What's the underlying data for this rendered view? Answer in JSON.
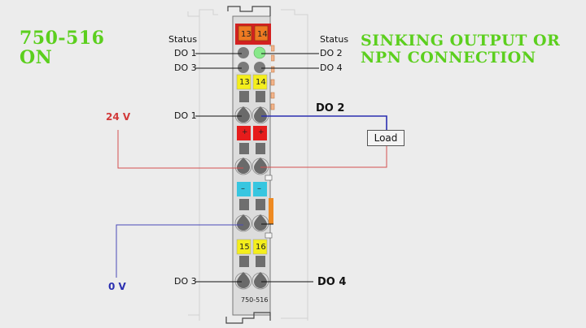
{
  "title_left": {
    "line1": "750-516",
    "line2": "ON"
  },
  "title_right": {
    "line1": "SINKING OUTPUT OR",
    "line2": "NPN CONNECTION"
  },
  "colors": {
    "title_green": "#5ccf1e",
    "positive_red": "#d23a3a",
    "negative_blue": "#2b2fb0",
    "led_on_green": "#88e88a",
    "led_off_gray": "#7a7a7a",
    "marker_yellow": "#f4ee1c",
    "marker_orange": "#ee7a22",
    "plus_red": "#e61c1c",
    "minus_cyan": "#37c6e0"
  },
  "status": {
    "left": {
      "heading": "Status",
      "items": [
        "DO 1",
        "DO 3"
      ]
    },
    "right": {
      "heading": "Status",
      "items": [
        "DO 2",
        "DO 4"
      ]
    },
    "leds": [
      {
        "channel": "DO 1",
        "state": "off"
      },
      {
        "channel": "DO 2",
        "state": "on"
      },
      {
        "channel": "DO 3",
        "state": "off"
      },
      {
        "channel": "DO 4",
        "state": "off"
      }
    ]
  },
  "module": {
    "part_number": "750-516",
    "top_markers": [
      "13",
      "14"
    ],
    "yellow_markers_top": [
      "13",
      "14"
    ],
    "plus_symbols": [
      "+",
      "+"
    ],
    "minus_symbols": [
      "–",
      "–"
    ],
    "yellow_markers_bottom": [
      "15",
      "16"
    ]
  },
  "wiring": {
    "do1_label": "DO 1",
    "do2_label": "DO 2",
    "do3_label": "DO 3",
    "do4_label": "DO 4",
    "supply_positive": "24 V",
    "supply_negative": "0 V",
    "load_label": "Load"
  }
}
